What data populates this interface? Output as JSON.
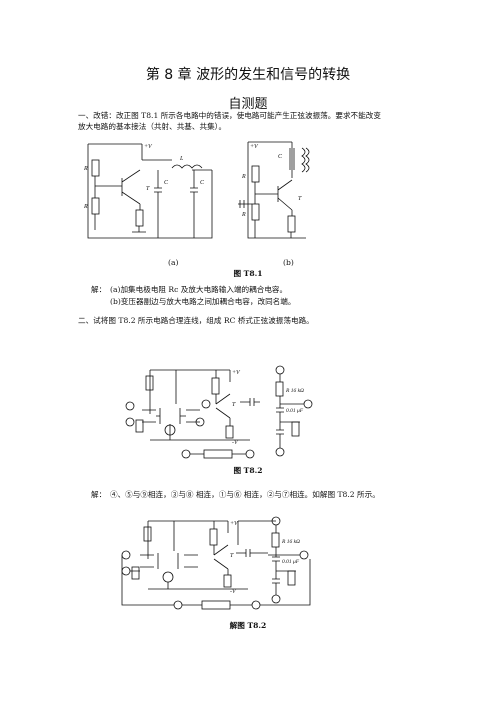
{
  "chapter_title": "第 8 章  波形的发生和信号的转换",
  "section_title": "自测题",
  "q1": {
    "line1": "一、改错：改正图 T8.1 所示各电路中的错误，使电路可能产生正弦波振荡。要求不能改变",
    "line2": "放大电路的基本接法（共射、共基、共集）。",
    "sub_a": "(a)",
    "sub_b": "(b)",
    "fig_caption": "图 T8.1",
    "ans_label": "解：",
    "ans_a": "(a)加集电极电阻 Rc 及放大电路输入端的耦合电容。",
    "ans_b": "(b)变压器副边与放大电路之间加耦合电容，改同名端。"
  },
  "q2": {
    "line1": "二、试将图 T8.2 所示电路合理连线，组成 RC 桥式正弦波振荡电路。",
    "fig_caption": "图 T8.2",
    "ans_label": "解：",
    "ans_text": "④、⑤与⑨相连，③与⑧ 相连，①与⑥ 相连，②与⑦相连。如解图 T8.2 所示。",
    "sol_caption": "解图 T8.2"
  }
}
